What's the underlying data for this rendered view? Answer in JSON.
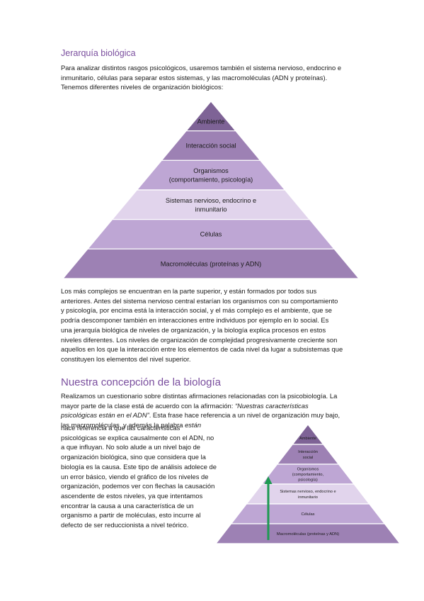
{
  "section1": {
    "heading": "Jerarquía biológica",
    "intro_lines": [
      "Para analizar distintos rasgos psicológicos, usaremos también el sistema nervioso, endocrino e",
      "inmunitario, células para separar estos sistemas, y las macromoléculas (ADN y proteínas).",
      "Tenemos diferentes niveles de organización biológicos:"
    ],
    "pyramid_levels": [
      {
        "lines": [
          "Ambiente"
        ]
      },
      {
        "lines": [
          "Interacción social"
        ]
      },
      {
        "lines": [
          "Organismos",
          "(comportamiento, psicología)"
        ]
      },
      {
        "lines": [
          "Sistemas nervioso, endocrino e",
          "inmunitario"
        ]
      },
      {
        "lines": [
          "Células"
        ]
      },
      {
        "lines": [
          "Macromoléculas (proteínas y ADN)"
        ]
      }
    ],
    "body_lines": [
      "Los más complejos se encuentran en la parte superior, y están formados por todos sus",
      "anteriores. Antes del sistema nervioso central estarían los organismos con su comportamiento",
      "y psicología, por encima está la interacción social, y el más complejo es el ambiente, que se",
      "podría descomponer también en interacciones entre individuos por ejemplo en lo social. Es",
      "una jerarquía biológica de niveles de organización, y la biología explica procesos en estos",
      "niveles diferentes. Los niveles de organización de complejidad progresivamente creciente son",
      "aquellos en los que la interacción entre los elementos de cada nivel da lugar a subsistemas que",
      "constituyen los elementos del nivel superior."
    ]
  },
  "section2": {
    "heading": "Nuestra concepción de la biología",
    "line1": "Realizamos un cuestionario sobre distintas afirmaciones relacionadas con la psicobiología. La",
    "line2_pre": "mayor parte de la clase está de acuerdo con la afirmación: ",
    "line2_quote": "“Nuestras características",
    "line3_quote": "psicológicas están en el ADN”",
    "line3_post": ". Esta frase hace referencia a un nivel de organización muy bajo,",
    "line4_pre": "las macromoléculas, y además la palabra ",
    "line4_em": "están",
    "wrap_lines": [
      "hace referencia a que las características",
      "psicológicas se explica causalmente con el ADN, no",
      "a que influyan. No solo alude a un nivel bajo de",
      "organización biológica, sino que considera que la",
      "biología es la causa. Este tipo de análisis adolece de",
      "un error básico, viendo el gráfico de los niveles de",
      "organización, podemos ver con flechas la causación",
      "ascendente de estos niveles, ya que intentamos",
      "encontrar la causa a una característica de un",
      "organismo a partir de moléculas, esto incurre al",
      "defecto de ser reduccionista a nivel teórico."
    ],
    "small_pyramid_levels": [
      {
        "lines": [
          "Ambiente"
        ]
      },
      {
        "lines": [
          "Interacción",
          "social"
        ]
      },
      {
        "lines": [
          "Organismos",
          "(comportamiento,",
          "psicología)"
        ]
      },
      {
        "lines": [
          "Sistemas nervioso, endocrino e",
          "inmunitario"
        ]
      },
      {
        "lines": [
          "Células"
        ]
      },
      {
        "lines": [
          "Macromoléculas (proteínas y ADN)"
        ]
      }
    ],
    "arrow_color": "#1e9a52"
  },
  "colors": {
    "heading": "#7a4e9e",
    "levels": [
      "#7e6396",
      "#9d81b4",
      "#bea6d4",
      "#e1d4ec",
      "#bea6d4",
      "#9d81b4"
    ]
  }
}
